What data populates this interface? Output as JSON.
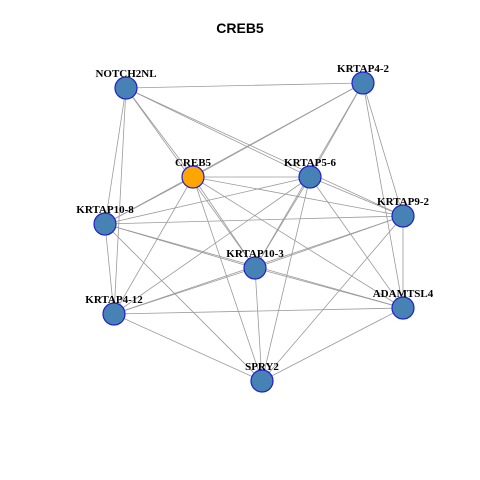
{
  "title": "CREB5",
  "colors": {
    "primary": "#4682b4",
    "focus": "#ffa500",
    "border": "#1f1fd0",
    "edge": "#9a9a9a"
  },
  "nodes": [
    {
      "id": "NOTCH2NL",
      "label": "NOTCH2NL",
      "type": "primary"
    },
    {
      "id": "KRTAP4-2",
      "label": "KRTAP4-2",
      "type": "primary"
    },
    {
      "id": "CREB5",
      "label": "CREB5",
      "type": "focus"
    },
    {
      "id": "KRTAP5-6",
      "label": "KRTAP5-6",
      "type": "primary"
    },
    {
      "id": "KRTAP9-2",
      "label": "KRTAP9-2",
      "type": "primary"
    },
    {
      "id": "KRTAP10-8",
      "label": "KRTAP10-8",
      "type": "primary"
    },
    {
      "id": "KRTAP10-3",
      "label": "KRTAP10-3",
      "type": "primary"
    },
    {
      "id": "ADAMTSL4",
      "label": "ADAMTSL4",
      "type": "primary"
    },
    {
      "id": "KRTAP4-12",
      "label": "KRTAP4-12",
      "type": "primary"
    },
    {
      "id": "SPRY2",
      "label": "SPRY2",
      "type": "primary"
    }
  ],
  "edges": [
    [
      "NOTCH2NL",
      "KRTAP4-2"
    ],
    [
      "NOTCH2NL",
      "CREB5"
    ],
    [
      "NOTCH2NL",
      "KRTAP5-6"
    ],
    [
      "NOTCH2NL",
      "KRTAP9-2"
    ],
    [
      "NOTCH2NL",
      "KRTAP10-8"
    ],
    [
      "NOTCH2NL",
      "KRTAP10-3"
    ],
    [
      "NOTCH2NL",
      "KRTAP4-12"
    ],
    [
      "KRTAP4-2",
      "CREB5"
    ],
    [
      "KRTAP4-2",
      "KRTAP5-6"
    ],
    [
      "KRTAP4-2",
      "KRTAP9-2"
    ],
    [
      "KRTAP4-2",
      "KRTAP10-8"
    ],
    [
      "KRTAP4-2",
      "KRTAP10-3"
    ],
    [
      "KRTAP4-2",
      "ADAMTSL4"
    ],
    [
      "CREB5",
      "KRTAP5-6"
    ],
    [
      "CREB5",
      "KRTAP9-2"
    ],
    [
      "CREB5",
      "KRTAP10-8"
    ],
    [
      "CREB5",
      "KRTAP10-3"
    ],
    [
      "CREB5",
      "ADAMTSL4"
    ],
    [
      "CREB5",
      "KRTAP4-12"
    ],
    [
      "CREB5",
      "SPRY2"
    ],
    [
      "KRTAP5-6",
      "KRTAP9-2"
    ],
    [
      "KRTAP5-6",
      "KRTAP10-8"
    ],
    [
      "KRTAP5-6",
      "KRTAP10-3"
    ],
    [
      "KRTAP5-6",
      "ADAMTSL4"
    ],
    [
      "KRTAP5-6",
      "KRTAP4-12"
    ],
    [
      "KRTAP5-6",
      "SPRY2"
    ],
    [
      "KRTAP9-2",
      "KRTAP10-8"
    ],
    [
      "KRTAP9-2",
      "KRTAP10-3"
    ],
    [
      "KRTAP9-2",
      "ADAMTSL4"
    ],
    [
      "KRTAP9-2",
      "KRTAP4-12"
    ],
    [
      "KRTAP9-2",
      "SPRY2"
    ],
    [
      "KRTAP10-8",
      "KRTAP10-3"
    ],
    [
      "KRTAP10-8",
      "ADAMTSL4"
    ],
    [
      "KRTAP10-8",
      "KRTAP4-12"
    ],
    [
      "KRTAP10-8",
      "SPRY2"
    ],
    [
      "KRTAP10-3",
      "ADAMTSL4"
    ],
    [
      "KRTAP10-3",
      "KRTAP4-12"
    ],
    [
      "KRTAP10-3",
      "SPRY2"
    ],
    [
      "ADAMTSL4",
      "KRTAP4-12"
    ],
    [
      "ADAMTSL4",
      "SPRY2"
    ],
    [
      "KRTAP4-12",
      "SPRY2"
    ]
  ]
}
